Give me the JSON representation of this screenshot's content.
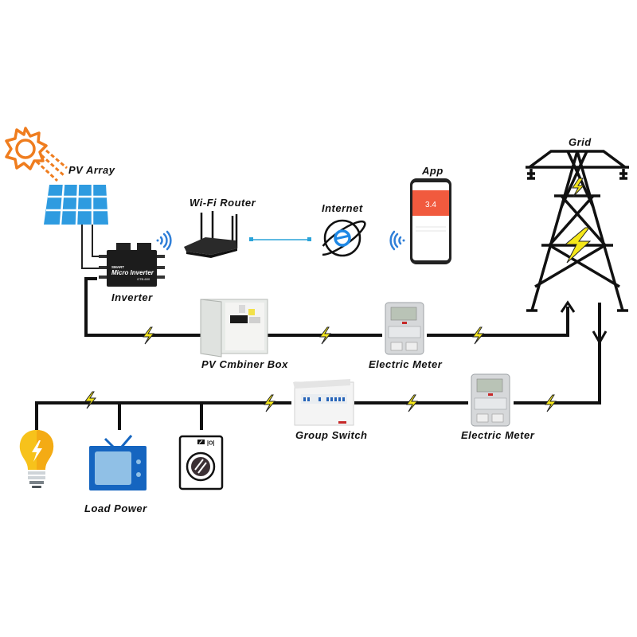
{
  "diagram": {
    "title": "Micro Inverter Grid-Tied Solar System",
    "nodes": {
      "pv_array": {
        "label": "PV Array"
      },
      "inverter": {
        "label": "Inverter",
        "device_brand": "SMART",
        "device_name": "Micro Inverter",
        "device_model": "GTB-600"
      },
      "wifi_router": {
        "label": "Wi-Fi Router"
      },
      "internet": {
        "label": "Internet"
      },
      "app": {
        "label": "App",
        "screen_value": "3.4"
      },
      "grid": {
        "label": "Grid"
      },
      "combiner_box": {
        "label": "PV Cmbiner Box"
      },
      "meter_top": {
        "label": "Electric Meter"
      },
      "meter_bottom": {
        "label": "Electric Meter"
      },
      "group_switch": {
        "label": "Group Switch"
      },
      "load_power": {
        "label": "Load Power"
      }
    },
    "connections": [
      {
        "from": "pv_array",
        "to": "inverter",
        "type": "dc-cable"
      },
      {
        "from": "inverter",
        "to": "wifi_router",
        "type": "wireless"
      },
      {
        "from": "wifi_router",
        "to": "internet",
        "type": "wired-link"
      },
      {
        "from": "internet",
        "to": "app",
        "type": "wireless"
      },
      {
        "from": "inverter",
        "to": "combiner_box",
        "type": "power"
      },
      {
        "from": "combiner_box",
        "to": "meter_top",
        "type": "power"
      },
      {
        "from": "meter_top",
        "to": "grid",
        "type": "power"
      },
      {
        "from": "grid",
        "to": "meter_bottom",
        "type": "power"
      },
      {
        "from": "meter_bottom",
        "to": "group_switch",
        "type": "power"
      },
      {
        "from": "group_switch",
        "to": "load_power",
        "type": "power"
      }
    ],
    "loads": [
      "light-bulb",
      "television",
      "washing-machine"
    ],
    "colors": {
      "sun": "#ef7d1f",
      "panel": "#2e9be0",
      "wireless": "#2f7fd8",
      "link": "#2aa3d9",
      "bolt": "#f5e71a",
      "app_screen": "#f15a3e",
      "bulb": "#f7c21b",
      "tv": "#1565c0",
      "tv_screen": "#90c0e6"
    }
  }
}
